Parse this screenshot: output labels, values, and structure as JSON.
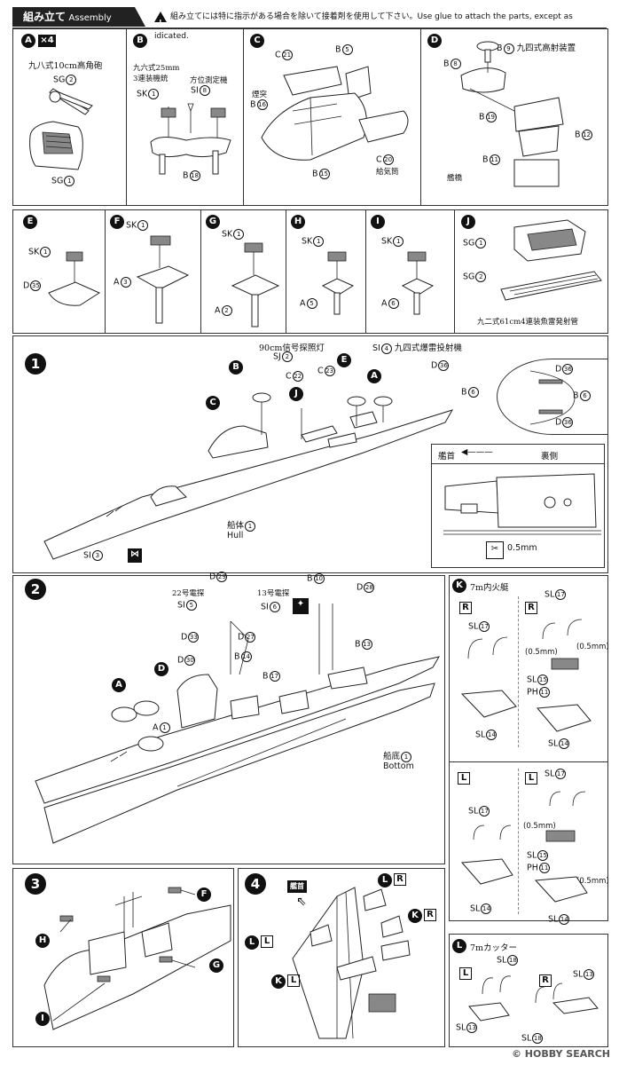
{
  "header": {
    "title_jp": "組み立て",
    "title_en": "Assembly",
    "warning": "組み立てには特に指示がある場合を除いて接着剤を使用して下さい。Use glue to attach the parts, except as idicated."
  },
  "row1": {
    "a": {
      "letter": "A",
      "mult": "×4",
      "name": "九八式10cm高角砲",
      "p1": "SG",
      "p1n": "2",
      "p2": "SG",
      "p2n": "1"
    },
    "b": {
      "letter": "B",
      "name": "九六式25mm\n3連装機銃",
      "name2": "方位測定機",
      "p1": "SK",
      "p1n": "1",
      "p2": "SI",
      "p2n": "8",
      "p3": "B",
      "p3n": "18"
    },
    "c": {
      "letter": "C",
      "p1": "C",
      "p1n": "21",
      "p2": "B",
      "p2n": "5",
      "p3": "煙突",
      "p4": "B",
      "p4n": "16",
      "p5": "C",
      "p5n": "20",
      "p6": "給気筒",
      "p7": "B",
      "p7n": "15"
    },
    "d": {
      "letter": "D",
      "p1": "B",
      "p1n": "9",
      "p1t": "九四式高射装置",
      "p2": "B",
      "p2n": "8",
      "p3": "B",
      "p3n": "19",
      "p4": "B",
      "p4n": "12",
      "p5": "B",
      "p5n": "11",
      "p6": "艦橋"
    }
  },
  "row2": {
    "e": {
      "letter": "E",
      "p1": "SK",
      "p1n": "1",
      "p2": "D",
      "p2n": "35"
    },
    "f": {
      "letter": "F",
      "p1": "SK",
      "p1n": "1",
      "p2": "A",
      "p2n": "3"
    },
    "g": {
      "letter": "G",
      "p1": "SK",
      "p1n": "1",
      "p2": "A",
      "p2n": "2"
    },
    "h": {
      "letter": "H",
      "p1": "SK",
      "p1n": "1",
      "p2": "A",
      "p2n": "5"
    },
    "i": {
      "letter": "I",
      "p1": "SK",
      "p1n": "1",
      "p2": "A",
      "p2n": "6"
    },
    "j": {
      "letter": "J",
      "p1": "SG",
      "p1n": "1",
      "p2": "SG",
      "p2n": "2",
      "name": "九二式61cm4連装魚雷発射管"
    }
  },
  "step1": {
    "num": "1",
    "l_searchlight": "90cm信号探照灯",
    "l_sj": "SJ",
    "l_sjn": "2",
    "l_si4": "SI",
    "l_si4n": "4",
    "l_si4t": "九四式爆雷投射機",
    "l_d36": "D",
    "l_d36n": "36",
    "l_b6": "B",
    "l_b6n": "6",
    "l_c22": "C",
    "l_c22n": "22",
    "l_c23": "C",
    "l_c23n": "23",
    "l_hull": "船体",
    "l_hulln": "1",
    "l_hull_en": "Hull",
    "l_si3": "SI",
    "l_si3n": "3",
    "letters": [
      "B",
      "C",
      "J",
      "E",
      "A"
    ],
    "detail_bow": "艦首",
    "detail_back": "裏側",
    "detail_mm": "0.5mm",
    "detail_d36a": "D",
    "detail_d36an": "36",
    "detail_b6": "B",
    "detail_b6n": "6",
    "detail_d36b": "D",
    "detail_d36bn": "36"
  },
  "step2": {
    "num": "2",
    "l_d29": "D",
    "l_d29n": "29",
    "l_radar22": "22号電探",
    "l_si5": "SI",
    "l_si5n": "5",
    "l_radar13": "13号電探",
    "l_si6": "SI",
    "l_si6n": "6",
    "l_b10": "B",
    "l_b10n": "10",
    "l_d28": "D",
    "l_d28n": "28",
    "l_d33": "D",
    "l_d33n": "33",
    "l_d27": "D",
    "l_d27n": "27",
    "l_b13": "B",
    "l_b13n": "13",
    "l_d30": "D",
    "l_d30n": "30",
    "l_b14": "B",
    "l_b14n": "14",
    "l_b17": "B",
    "l_b17n": "17",
    "l_a1": "A",
    "l_a1n": "1",
    "l_bottom": "船底",
    "l_bottomn": "1",
    "l_bottom_en": "Bottom",
    "letters": [
      "D",
      "A"
    ]
  },
  "k": {
    "letter": "K",
    "title": "7m内火艇",
    "r": "R",
    "l": "L",
    "sl17": "SL",
    "sl17n": "17",
    "sl14": "SL",
    "sl14n": "14",
    "sl15": "SL",
    "sl15n": "15",
    "ph11": "PH",
    "ph11n": "11",
    "mm": "(0.5mm)"
  },
  "lc": {
    "letter": "L",
    "title": "7mカッター",
    "l": "L",
    "r": "R",
    "sl18": "SL",
    "sl18n": "18",
    "sl13": "SL",
    "sl13n": "13"
  },
  "step3": {
    "num": "3",
    "letters": [
      "F",
      "H",
      "G",
      "I"
    ]
  },
  "step4": {
    "num": "4",
    "bow": "艦首",
    "letters": [
      "L",
      "R",
      "K",
      "R",
      "L",
      "L",
      "K",
      "L"
    ]
  },
  "watermark": "© HOBBY SEARCH"
}
